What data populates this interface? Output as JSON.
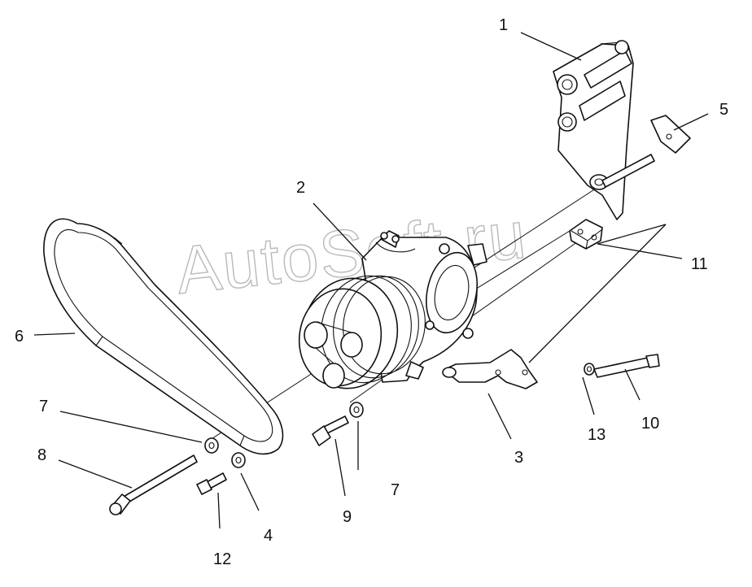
{
  "watermark": "AutoSoft.ru",
  "callouts": {
    "c1": "1",
    "c2": "2",
    "c3": "3",
    "c4": "4",
    "c5": "5",
    "c6": "6",
    "c7a": "7",
    "c7b": "7",
    "c8": "8",
    "c9": "9",
    "c10": "10",
    "c11": "11",
    "c12": "12",
    "c13": "13"
  },
  "colors": {
    "line": "#111111",
    "watermark": "#b9b9b9",
    "background": "#ffffff"
  }
}
